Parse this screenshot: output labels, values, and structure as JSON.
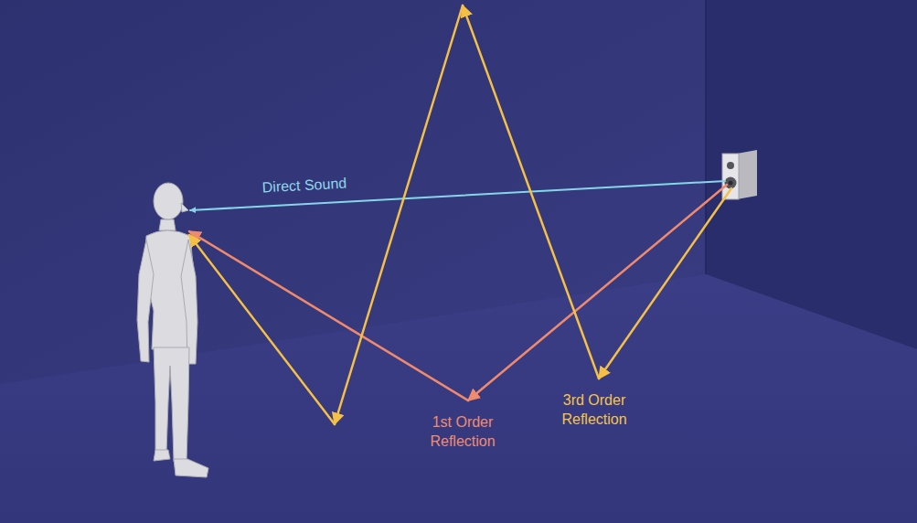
{
  "diagram": {
    "labels": [
      "Direct Sound",
      "1st Order Reflection",
      "3rd Order Reflection"
    ]
  }
}
